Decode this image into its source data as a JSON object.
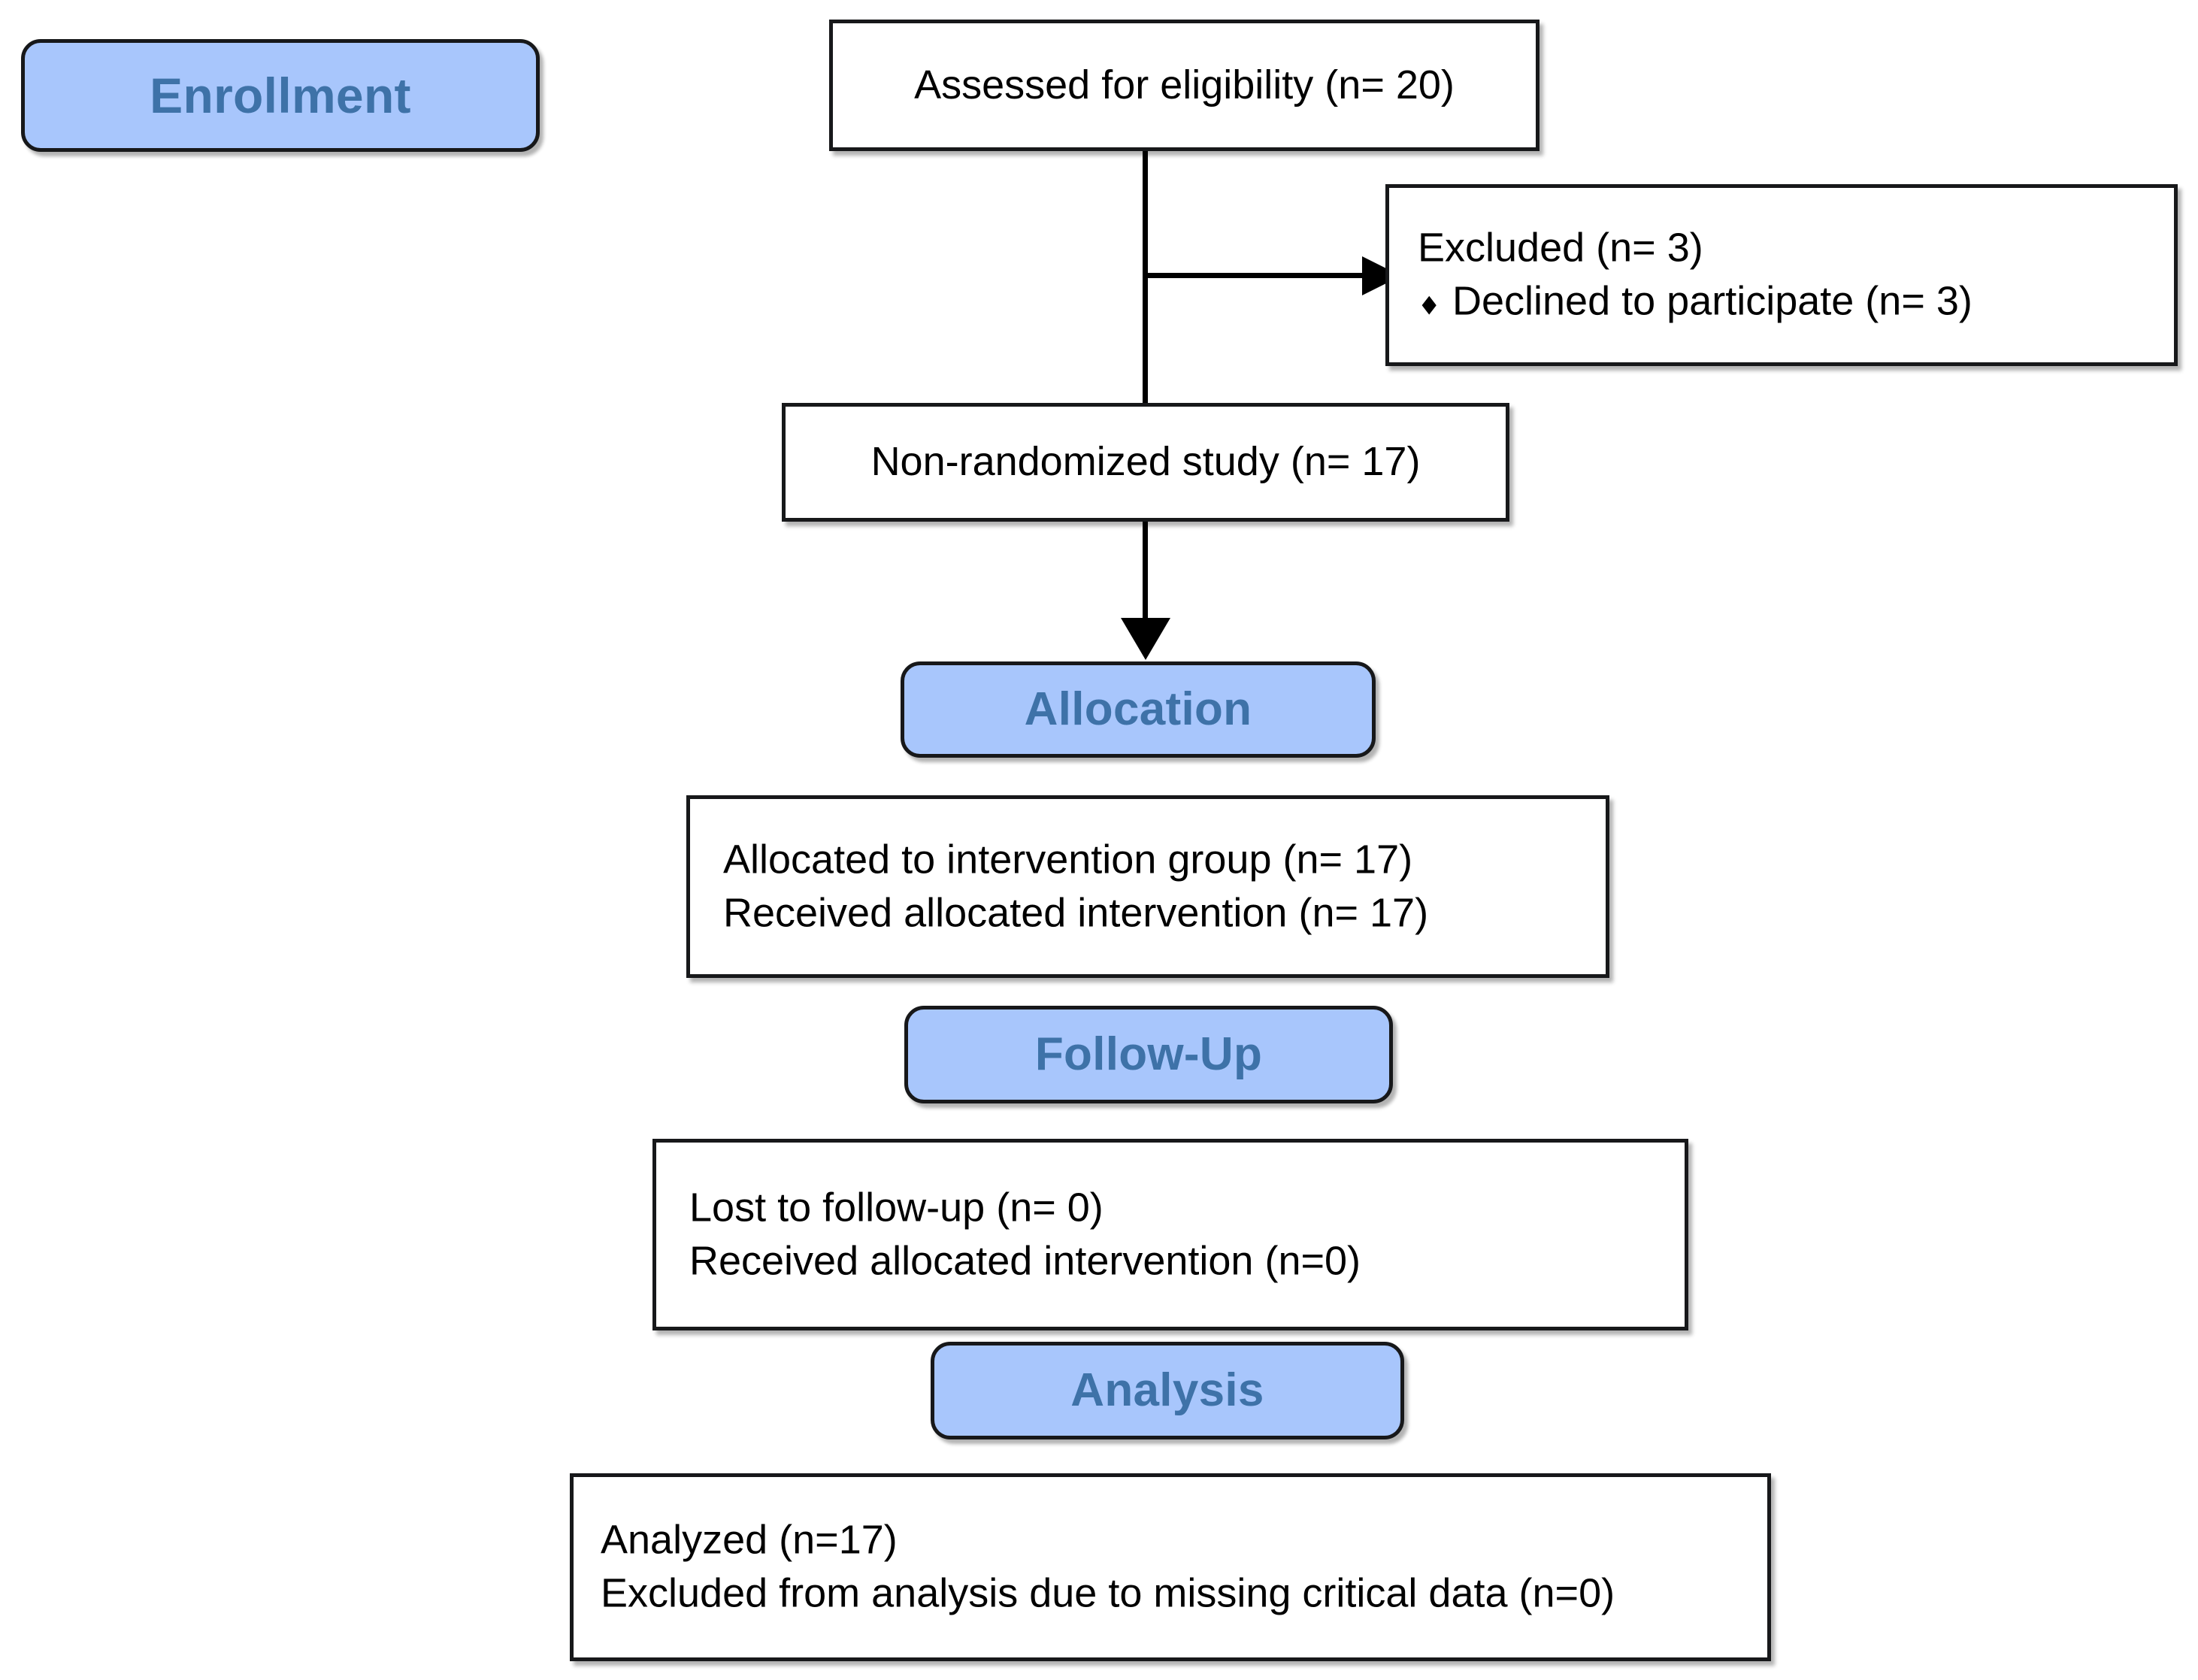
{
  "diagram": {
    "type": "consort-flow-diagram",
    "stages": [
      {
        "id": "enrollment",
        "label": "Enrollment"
      },
      {
        "id": "allocation",
        "label": "Allocation"
      },
      {
        "id": "follow_up",
        "label": "Follow-Up"
      },
      {
        "id": "analysis",
        "label": "Analysis"
      }
    ],
    "boxes": {
      "assessed": {
        "lines": [
          "Assessed for eligibility (n= 20)"
        ]
      },
      "excluded": {
        "heading": "Excluded (n= 3)",
        "bullet_glyph": "♦",
        "bullets": [
          "Declined to participate (n= 3)"
        ]
      },
      "non_randomized": {
        "lines": [
          "Non-randomized study (n= 17)"
        ]
      },
      "allocated": {
        "lines": [
          "Allocated to intervention group (n= 17)",
          "Received allocated intervention (n= 17)"
        ]
      },
      "followup_detail": {
        "lines": [
          "Lost to follow-up (n= 0)",
          "Received allocated intervention (n=0)"
        ]
      },
      "analysis_detail": {
        "lines": [
          "Analyzed (n=17)",
          "Excluded from analysis due to missing critical data (n=0)"
        ]
      }
    },
    "counts": {
      "assessed_for_eligibility": 20,
      "excluded": 3,
      "declined_to_participate": 3,
      "non_randomized_study": 17,
      "allocated_to_intervention_group": 17,
      "received_allocated_intervention": 17,
      "lost_to_follow_up": 0,
      "followup_received_allocated_intervention": 0,
      "analyzed": 17,
      "excluded_from_analysis": 0
    },
    "colors": {
      "stage_fill": "#a8c6fc",
      "stage_text": "#3e72a8",
      "border": "#17181a",
      "box_fill": "#ffffff",
      "body_text": "#000000"
    }
  }
}
